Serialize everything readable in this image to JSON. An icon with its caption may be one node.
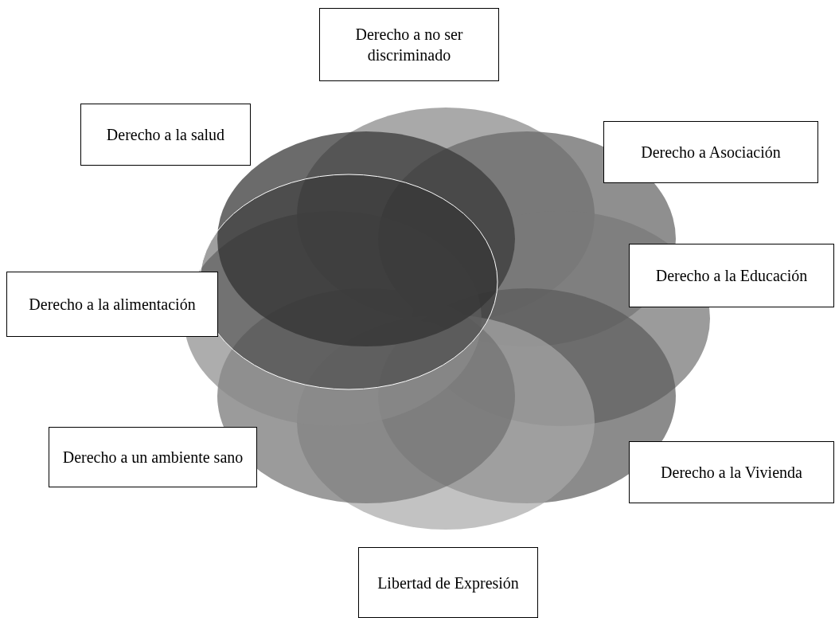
{
  "diagram": {
    "nodes": [
      {
        "text": [
          "Derecho a no ser discriminado"
        ]
      },
      {
        "text": [
          "Derecho a la salud"
        ]
      },
      {
        "text": [
          "Derecho a Asociación"
        ]
      },
      {
        "text": [
          "Derecho a la Educación"
        ]
      },
      {
        "text": [
          "Derecho a la alimentación"
        ]
      },
      {
        "text": [
          "Derecho a un ambiente sano"
        ]
      },
      {
        "text": [
          "Derecho a la Vivienda"
        ]
      },
      {
        "text": [
          "Libertad de Expresión"
        ]
      }
    ]
  }
}
